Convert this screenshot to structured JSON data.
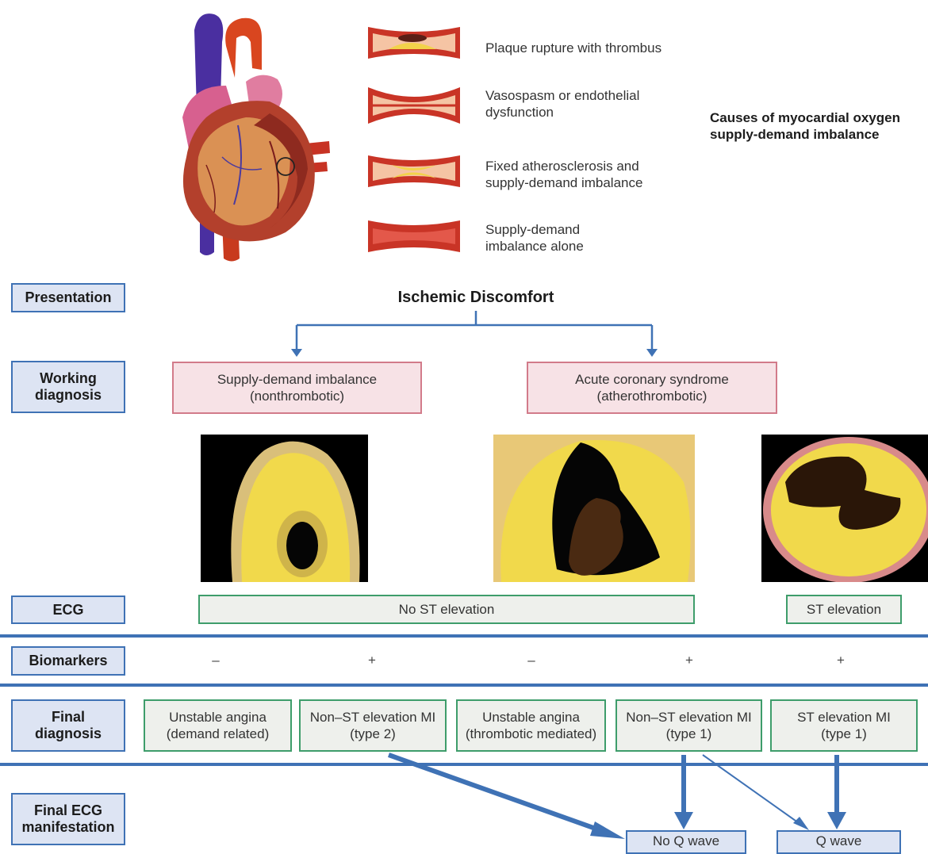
{
  "causes": {
    "title": "Causes of myocardial oxygen supply-demand imbalance",
    "items": [
      {
        "label": "Plaque rupture with thrombus"
      },
      {
        "label": "Vasospasm or endothelial\ndysfunction"
      },
      {
        "label": "Fixed atherosclerosis and\nsupply-demand imbalance"
      },
      {
        "label": "Supply-demand\nimbalance alone"
      }
    ]
  },
  "rows": {
    "presentation": "Presentation",
    "working": "Working\ndiagnosis",
    "ecg": "ECG",
    "biomarkers": "Biomarkers",
    "final": "Final\ndiagnosis",
    "final_ecg": "Final ECG\nmanifestation"
  },
  "presentation_title": "Ischemic Discomfort",
  "working": [
    "Supply-demand imbalance\n(nonthrombotic)",
    "Acute coronary syndrome\n(atherothrombotic)"
  ],
  "ecg": {
    "no_st": "No ST elevation",
    "st": "ST elevation"
  },
  "biomarkers": [
    "–",
    "+",
    "–",
    "+",
    "+"
  ],
  "final_dx": [
    "Unstable angina\n(demand related)",
    "Non–ST elevation MI\n(type 2)",
    "Unstable angina\n(thrombotic mediated)",
    "Non–ST elevation MI\n(type 1)",
    "ST elevation MI\n(type 1)"
  ],
  "final_ecg": {
    "no_q": "No Q wave",
    "q": "Q wave"
  },
  "colors": {
    "accent_blue": "#3f72b5",
    "pink_border": "#d27b8a",
    "green_border": "#3e9d6b",
    "label_fill": "#dde4f3"
  }
}
